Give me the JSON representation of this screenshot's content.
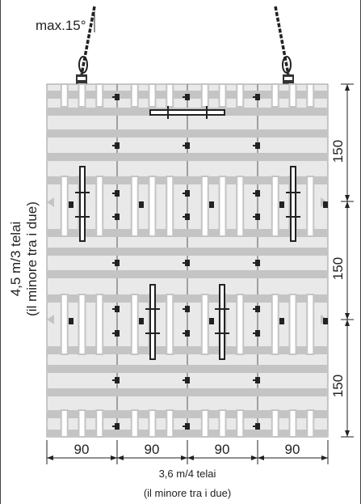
{
  "angle_label": "max.15°",
  "left_dimension": {
    "line1": "4,5 m/3 telai",
    "line2": "(il minore tra i due)"
  },
  "bottom_dimension": {
    "line1": "3,6 m/4 telai",
    "line2": "(il minore tra i due)"
  },
  "column_widths": [
    "90",
    "90",
    "90",
    "90"
  ],
  "row_heights": [
    "150",
    "150",
    "150"
  ],
  "colors": {
    "panel_gray": "#c4c4c4",
    "line_dark": "#222222",
    "frame_light": "#e9e9e9"
  }
}
